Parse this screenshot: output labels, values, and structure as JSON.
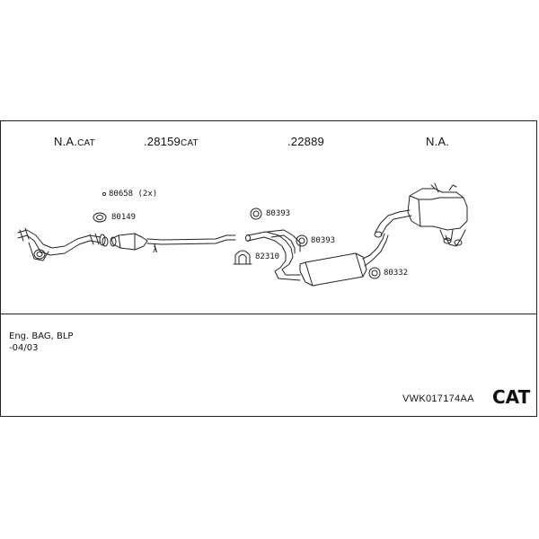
{
  "headers": {
    "section1": {
      "code": "N.A.",
      "suffix": "CAT"
    },
    "section2": {
      "code": ".28159",
      "suffix": "CAT"
    },
    "section3": {
      "code": ".22889",
      "suffix": ""
    },
    "section4": {
      "code": "N.A.",
      "suffix": ""
    }
  },
  "parts": {
    "p80658": "80658 (2x)",
    "p80149": "80149",
    "p80393a": "80393",
    "p80393b": "80393",
    "p82310": "82310",
    "p80332": "80332",
    "lambda": "λ"
  },
  "notes": {
    "engine": "Eng. BAG, BLP",
    "date": "-04/03"
  },
  "kit_code": "VWK017174AA",
  "kit_type": "CAT"
}
